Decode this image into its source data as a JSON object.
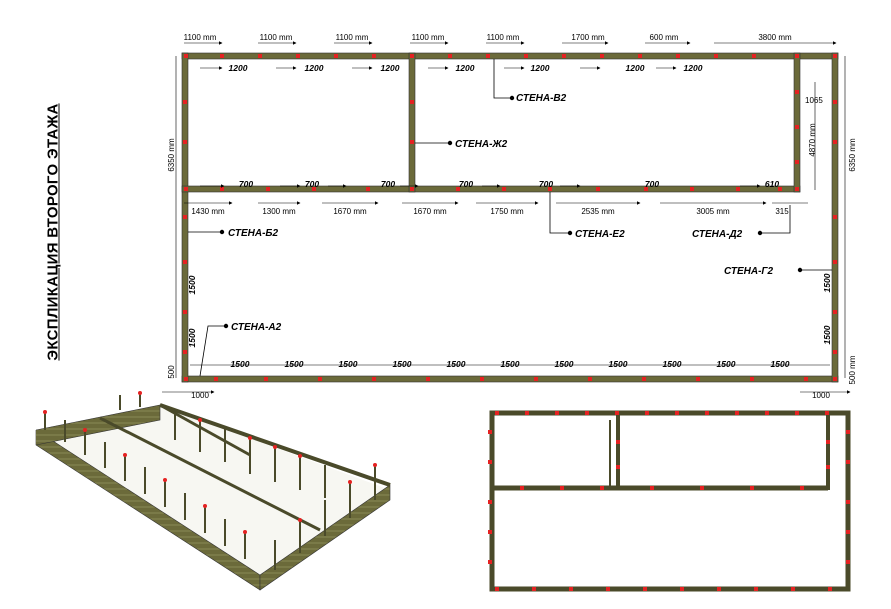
{
  "title": "ЭКСПЛИКАЦИЯ ВТОРОГО ЭТАЖА",
  "top_dims": [
    "1100 mm",
    "1100 mm",
    "1100 mm",
    "1100 mm",
    "1100 mm",
    "1700 mm",
    "600 mm",
    "3800 mm"
  ],
  "top_spacing": [
    "1200",
    "1200",
    "1200",
    "1200",
    "1200",
    "1200",
    "1200"
  ],
  "mid_spacing": [
    "700",
    "700",
    "700",
    "700",
    "700",
    "700",
    "610"
  ],
  "mid_dims": [
    "1430 mm",
    "1300 mm",
    "1670 mm",
    "1670 mm",
    "1750 mm",
    "2535 mm",
    "3005 mm",
    "315"
  ],
  "bottom_spacing": [
    "1500",
    "1500",
    "1500",
    "1500",
    "1500",
    "1500",
    "1500",
    "1500",
    "1500",
    "1500",
    "1500"
  ],
  "left_side": {
    "total": "6350 mm",
    "upper": "1500",
    "lower": "1500",
    "corner": "500"
  },
  "right_side": {
    "total": "6350 mm",
    "inner": "4870 mm",
    "top": "1065",
    "upper": "1500",
    "lower": "1500",
    "corner": "500 mm"
  },
  "bottom_corners": [
    "1000",
    "1000"
  ],
  "walls": {
    "a": "СТЕНА-А2",
    "b": "СТЕНА-Б2",
    "v": "СТЕНА-В2",
    "g": "СТЕНА-Г2",
    "d": "СТЕНА-Д2",
    "e": "СТЕНА-Е2",
    "zh": "СТЕНА-Ж2"
  }
}
